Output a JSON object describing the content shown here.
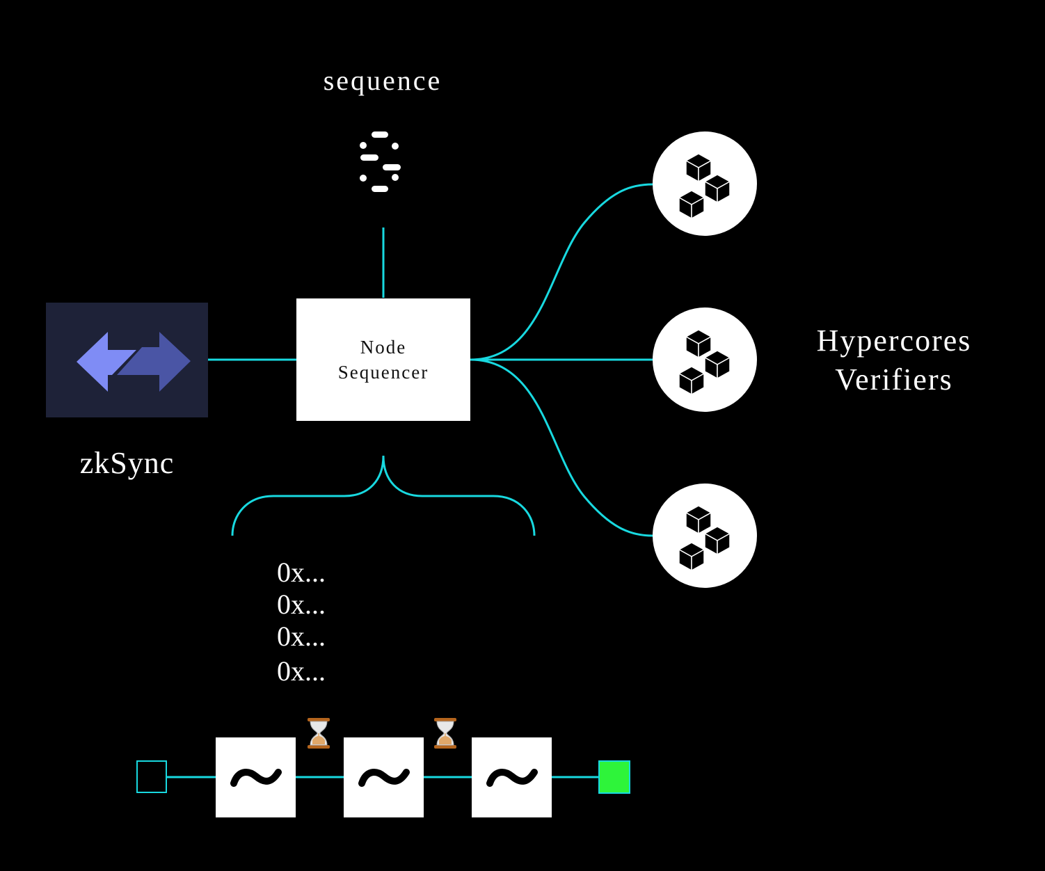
{
  "title": "sequence",
  "node": {
    "line1": "Node",
    "line2": "Sequencer"
  },
  "zksync": {
    "label": "zkSync"
  },
  "verifiers": {
    "line1": "Hypercores",
    "line2": "Verifiers",
    "count": 3
  },
  "transactions": [
    "0x...",
    "0x...",
    "0x...",
    "0x..."
  ],
  "chain": {
    "blocks": 3,
    "wave_glyph": "~"
  },
  "icons": {
    "sequence": "sequence-logo-icon",
    "zksync": "zksync-arrows-icon",
    "verifier": "hypercore-cubes-icon",
    "pending": "hourglass-icon"
  },
  "colors": {
    "background": "#000000",
    "connector": "#18d9e0",
    "zk_bg": "#1e2238",
    "zk_arrow_light": "#7f8cf5",
    "zk_arrow_dark": "#4a55a5",
    "final_block": "#2ef43a"
  }
}
